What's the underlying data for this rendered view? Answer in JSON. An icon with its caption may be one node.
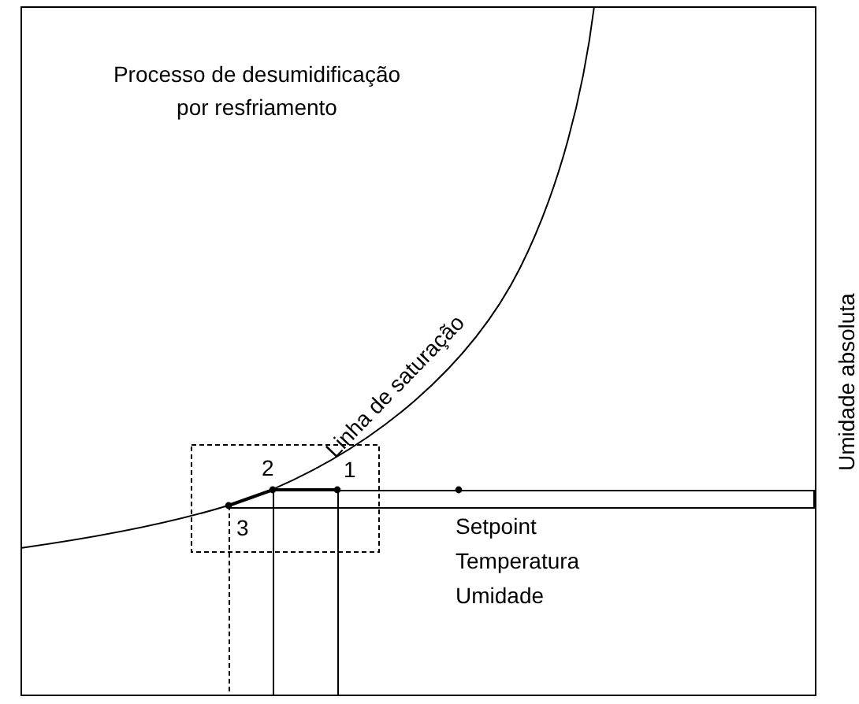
{
  "diagram": {
    "title": "Processo de desumidificação por resfriamento",
    "labels": [
      "Linha de saturação",
      "2",
      "1",
      "3",
      "Setpoint",
      "Temperatura",
      "Umidade",
      "Umidade absoluta"
    ]
  }
}
